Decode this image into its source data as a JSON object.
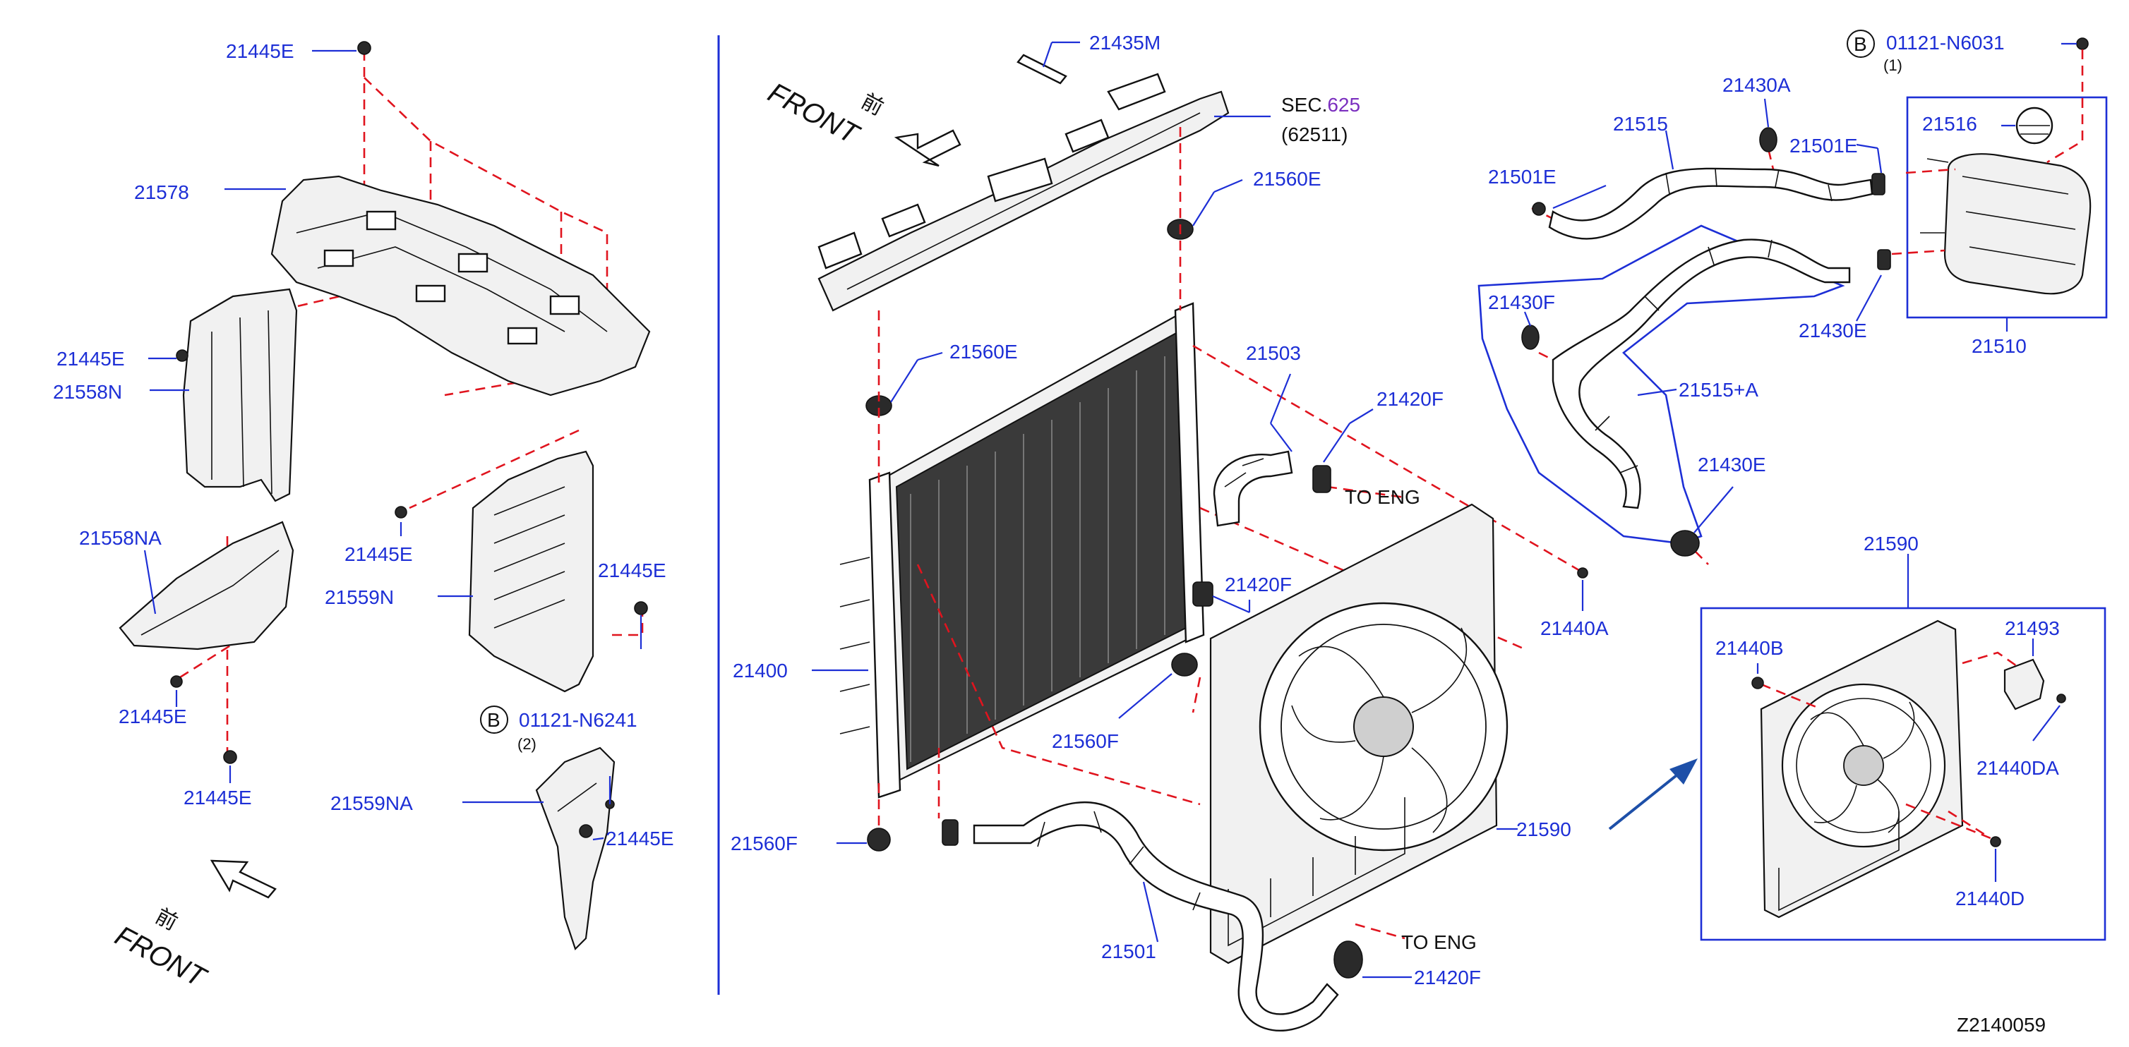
{
  "diagram_id": "Z2140059",
  "front_labels": {
    "front": "FRONT",
    "kanji": "前"
  },
  "section_ref": {
    "prefix": "SEC.",
    "number": "625",
    "sub": "(62511)"
  },
  "to_eng": "TO ENG",
  "bolt_refs": [
    {
      "circle": "B",
      "part": "01121-N6241",
      "qty": "(2)"
    },
    {
      "circle": "B",
      "part": "01121-N6031",
      "qty": "(1)"
    }
  ],
  "labels": {
    "p21445E": "21445E",
    "p21578": "21578",
    "p21558N": "21558N",
    "p21558NA": "21558NA",
    "p21559N": "21559N",
    "p21559NA": "21559NA",
    "p21435M": "21435M",
    "p21560E": "21560E",
    "p21503": "21503",
    "p21420F": "21420F",
    "p21400": "21400",
    "p21560F": "21560F",
    "p21440A": "21440A",
    "p21590": "21590",
    "p21501": "21501",
    "p21430A": "21430A",
    "p21515": "21515",
    "p21501E": "21501E",
    "p21516": "21516",
    "p21430F": "21430F",
    "p21430E": "21430E",
    "p21515A": "21515+A",
    "p21510": "21510",
    "p21440B": "21440B",
    "p21493": "21493",
    "p21440DA": "21440DA",
    "p21440D": "21440D"
  },
  "colors": {
    "label": "#1d2fd6",
    "dash": "#e0141e",
    "section_number": "#7b2fbf",
    "line": "#111111"
  }
}
